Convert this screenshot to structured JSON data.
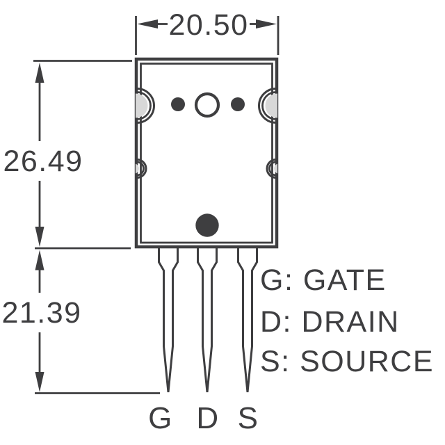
{
  "diagram": {
    "type": "transistor-package-outline-drawing",
    "dimensions": {
      "body_width": {
        "value": "20.50"
      },
      "body_height": {
        "value": "26.49"
      },
      "lead_length": {
        "value": "21.39"
      }
    },
    "pins": [
      {
        "id": "gate",
        "label": "G"
      },
      {
        "id": "drain",
        "label": "D"
      },
      {
        "id": "source",
        "label": "S"
      }
    ],
    "legend": [
      {
        "pin": "G",
        "label": "G: GATE"
      },
      {
        "pin": "D",
        "label": "D: DRAIN"
      },
      {
        "pin": "S",
        "label": "S: SOURCE"
      }
    ],
    "colors": {
      "line": "#3e3e40",
      "notch_fill": "#d8d8d8",
      "background": "#ffffff"
    }
  }
}
